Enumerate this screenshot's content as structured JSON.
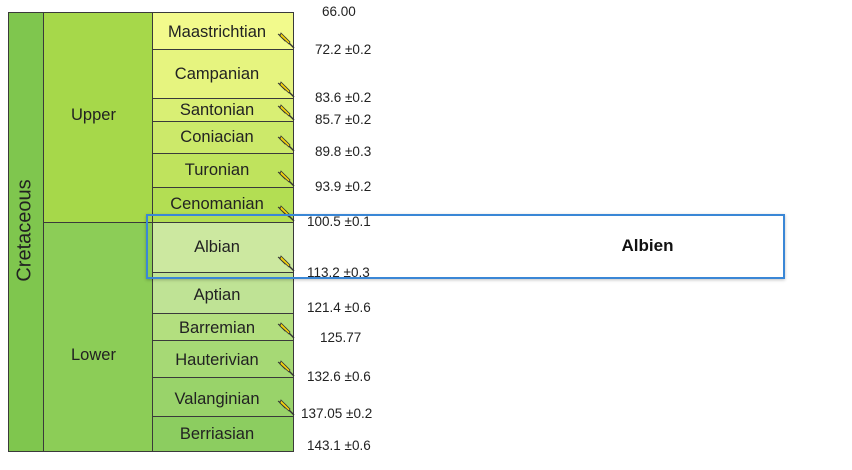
{
  "period": {
    "name": "Cretaceous",
    "color": "#7fc64e"
  },
  "epochs": [
    {
      "name": "Upper",
      "color": "#a6d84a"
    },
    {
      "name": "Lower",
      "color": "#8ccd57"
    }
  ],
  "stages": [
    {
      "name": "Maastrichtian",
      "color": "#f2fa8c",
      "gssp": true
    },
    {
      "name": "Campanian",
      "color": "#e6f47f",
      "gssp": true
    },
    {
      "name": "Santonian",
      "color": "#d9ef74",
      "gssp": true
    },
    {
      "name": "Coniacian",
      "color": "#cce96a",
      "gssp": true
    },
    {
      "name": "Turonian",
      "color": "#bfe35d",
      "gssp": true
    },
    {
      "name": "Cenomanian",
      "color": "#b3de53",
      "gssp": true
    },
    {
      "name": "Albian",
      "color": "#cce8a0",
      "gssp": true
    },
    {
      "name": "Aptian",
      "color": "#bfe395",
      "gssp": false
    },
    {
      "name": "Barremian",
      "color": "#b3df7f",
      "gssp": true
    },
    {
      "name": "Hauterivian",
      "color": "#a6d975",
      "gssp": true
    },
    {
      "name": "Valanginian",
      "color": "#99d36a",
      "gssp": true
    },
    {
      "name": "Berriasian",
      "color": "#8ccd60",
      "gssp": false
    }
  ],
  "ages": [
    "66.00",
    "72.2 ±0.2",
    "83.6 ±0.2",
    "85.7 ±0.2",
    "89.8 ±0.3",
    "93.9 ±0.2",
    "100.5 ±0.1",
    "113.2 ±0.3",
    "121.4 ±0.6",
    "125.77",
    "132.6 ±0.6",
    "137.05 ±0.2",
    "143.1 ±0.6"
  ],
  "highlight": {
    "label": "Albien",
    "color": "#3a87d6"
  }
}
